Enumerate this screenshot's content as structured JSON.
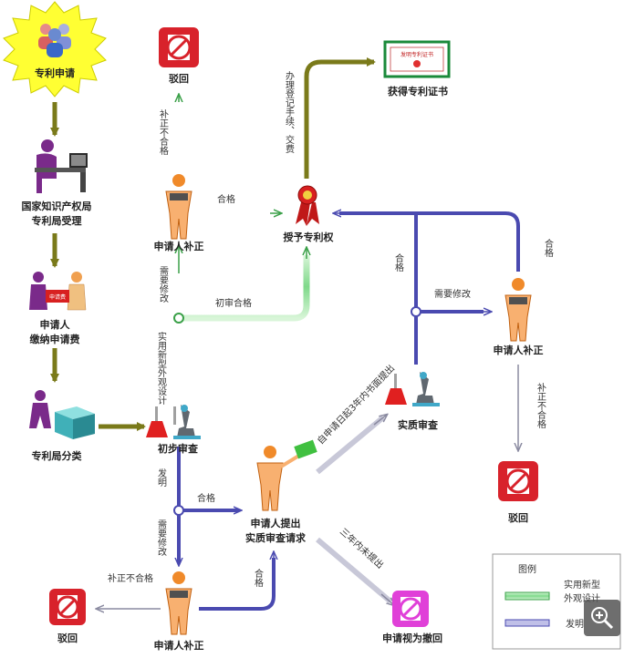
{
  "nodes": {
    "patent_application": "专利申请",
    "cnipa_l1": "国家知识产权局",
    "cnipa_l2": "专利局受理",
    "pay_fee_l1": "申请人",
    "pay_fee_l2": "缴纳申请费",
    "classification": "专利局分类",
    "preliminary_exam": "初步审查",
    "rejected_top": "驳回",
    "applicant_correction_top": "申请人补正",
    "grant_patent": "授予专利权",
    "get_certificate": "获得专利证书",
    "substantive_exam": "实质审查",
    "applicant_correction_right": "申请人补正",
    "rejected_right": "驳回",
    "request_substantive_l1": "申请人提出",
    "request_substantive_l2": "实质审查请求",
    "applicant_correction_bottom": "申请人补正",
    "rejected_bottom": "驳回",
    "deemed_withdrawn": "申请视为撤回"
  },
  "edges": {
    "correction_fail_top": "补正不合格",
    "qualified_top": "合格",
    "need_modify_left": "需要修改",
    "utility_design": "实用新型外观设计",
    "preliminary_pass": "初审合格",
    "register_pay": "办理登记手续、交费",
    "qualified_right_vertical": "合格",
    "need_modify_right": "需要修改",
    "qualified_far_right": "合格",
    "correction_fail_right": "补正不合格",
    "invention": "发明",
    "qualified_mid": "合格",
    "need_modify_bottom": "需要修改",
    "correction_fail_bottom": "补正不合格",
    "qualified_bottom_up": "合格",
    "within_3_years": "自申请日起3年内书面提出",
    "not_within_3_years": "三年内未提出"
  },
  "certificate_text": "发明专利证书",
  "pay_doc_text": "申请费",
  "legend": {
    "title": "图例",
    "green_label_l1": "实用新型",
    "green_label_l2": "外观设计",
    "blue_label": "发明"
  },
  "colors": {
    "olive": "#7a7a1a",
    "green": "#5fcf6a",
    "blue": "#4a4ab0",
    "gray_arrow": "#9a9aa8",
    "red_icon": "#d8222b",
    "magenta_icon": "#e040d8",
    "person_orange": "#f08a2a",
    "star_yellow": "#ffff33"
  }
}
